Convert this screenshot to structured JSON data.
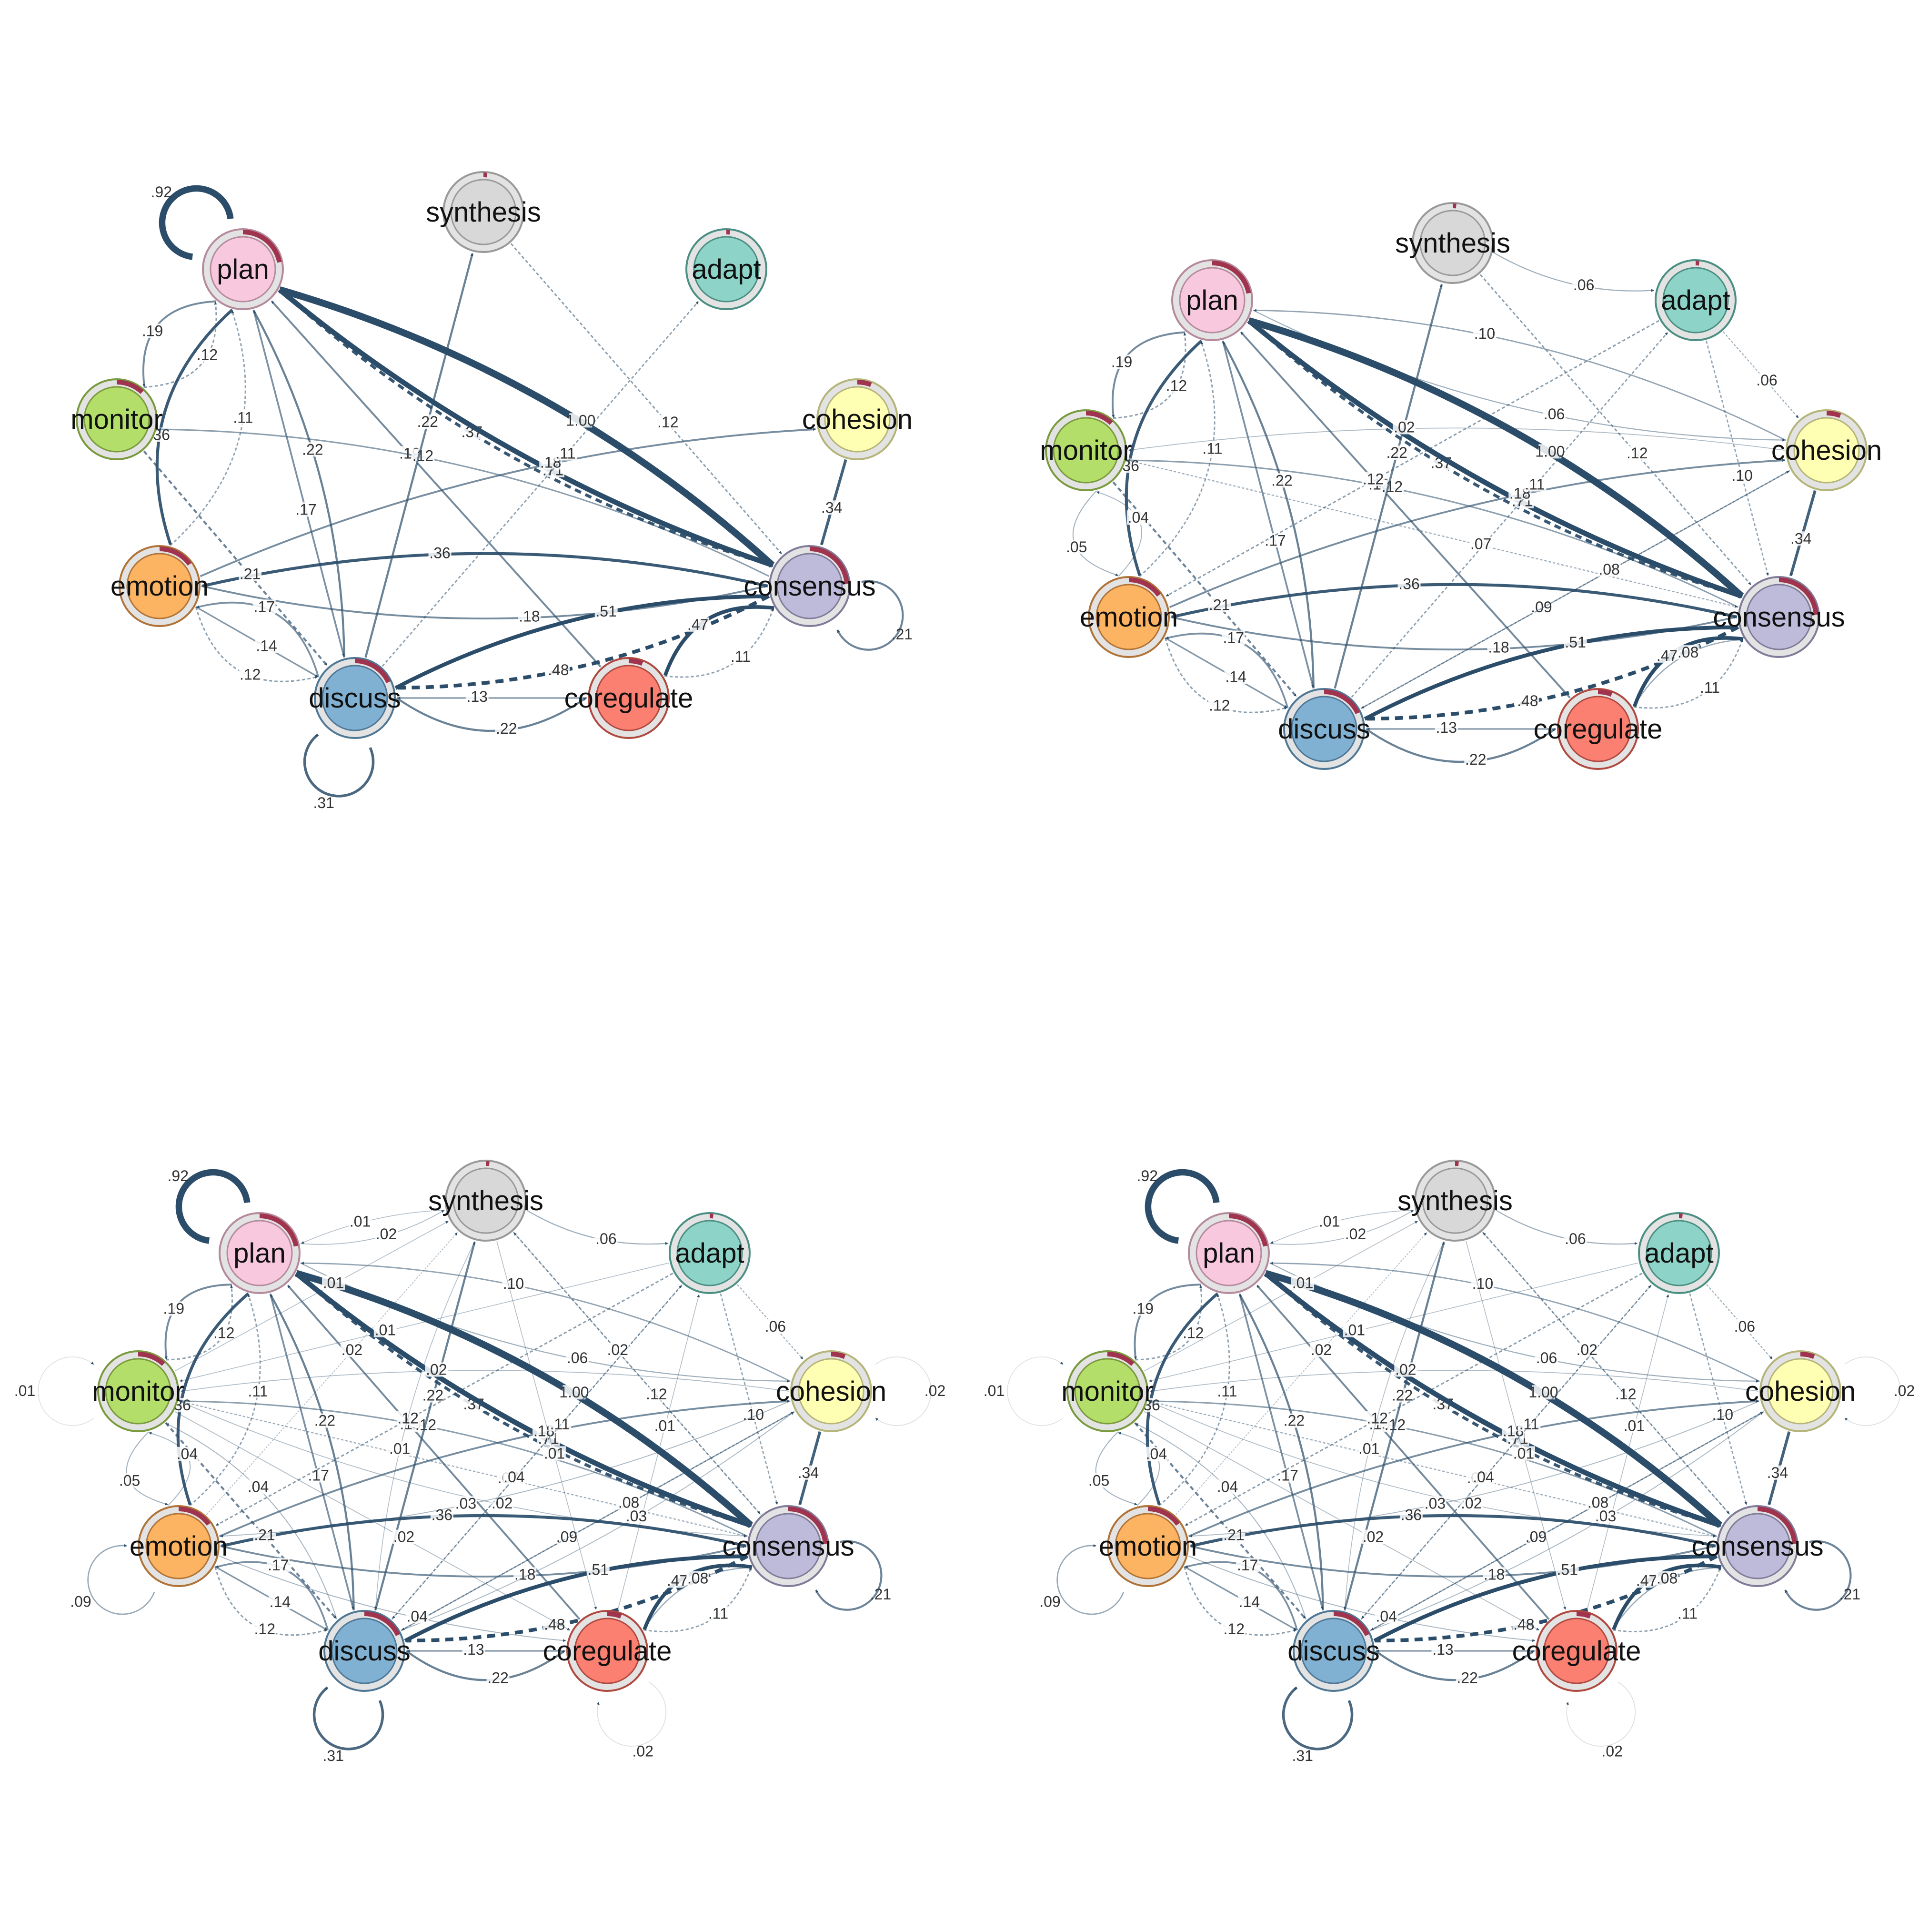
{
  "colors": {
    "edge": "#2b4d6a",
    "pie": "#a0334e",
    "ring": "#e3e3e3"
  },
  "nodes": {
    "plan": {
      "label": "plan",
      "fill": "#f8c8df",
      "border": "#b58a9c",
      "pie": 0.22
    },
    "synthesis": {
      "label": "synthesis",
      "fill": "#d8d8d8",
      "border": "#999999",
      "pie": 0.015
    },
    "adapt": {
      "label": "adapt",
      "fill": "#8dd3c7",
      "border": "#4a8f82",
      "pie": 0.015
    },
    "monitor": {
      "label": "monitor",
      "fill": "#b3de69",
      "border": "#7a9a3e",
      "pie": 0.12
    },
    "cohesion": {
      "label": "cohesion",
      "fill": "#ffffb3",
      "border": "#b5b57a",
      "pie": 0.06
    },
    "emotion": {
      "label": "emotion",
      "fill": "#fdb462",
      "border": "#b07338",
      "pie": 0.15
    },
    "consensus": {
      "label": "consensus",
      "fill": "#bebada",
      "border": "#7f7b99",
      "pie": 0.24
    },
    "discuss": {
      "label": "discuss",
      "fill": "#80b1d3",
      "border": "#4f7896",
      "pie": 0.18
    },
    "coregulate": {
      "label": "coregulate",
      "fill": "#fb8072",
      "border": "#b04a40",
      "pie": 0.06
    }
  },
  "edges_base": [
    {
      "from": "plan",
      "to": "consensus",
      "label": "1.00",
      "w": 1.0,
      "curve": -0.05
    },
    {
      "from": "consensus",
      "to": "plan",
      "label": ".37",
      "w": 0.37,
      "curve": -0.05,
      "dash": true
    },
    {
      "from": "plan",
      "to": "consensus",
      "label": ".71",
      "w": 0.71,
      "curve": 0.04
    },
    {
      "from": "discuss",
      "to": "plan",
      "label": ".22",
      "w": 0.22,
      "curve": 0.05
    },
    {
      "from": "plan",
      "to": "monitor",
      "label": ".19",
      "w": 0.19,
      "curve": 0.15
    },
    {
      "from": "monitor",
      "to": "plan",
      "label": ".12",
      "w": 0.12,
      "curve": 0.15,
      "dash": true
    },
    {
      "from": "plan",
      "to": "emotion",
      "label": ".36",
      "w": 0.36,
      "curve": 0.12
    },
    {
      "from": "emotion",
      "to": "plan",
      "label": ".11",
      "w": 0.11,
      "curve": 0.12,
      "dash": true
    },
    {
      "from": "plan",
      "to": "discuss",
      "label": ".17",
      "w": 0.17,
      "curve": 0.0
    },
    {
      "from": "coregulate",
      "to": "plan",
      "label": ".19",
      "w": 0.19,
      "curve": 0.0
    },
    {
      "from": "consensus",
      "to": "monitor",
      "label": ".12",
      "w": 0.12,
      "curve": 0.05
    },
    {
      "from": "emotion",
      "to": "cohesion",
      "label": ".18",
      "w": 0.18,
      "curve": -0.04
    },
    {
      "from": "cohesion",
      "to": "consensus",
      "label": ".34",
      "w": 0.34,
      "curve": 0.0
    },
    {
      "from": "synthesis",
      "to": "consensus",
      "label": ".12",
      "w": 0.12,
      "curve": 0.0,
      "dash": true
    },
    {
      "from": "discuss",
      "to": "adapt",
      "label": ".11",
      "w": 0.11,
      "curve": 0.0,
      "dash": true
    },
    {
      "from": "discuss",
      "to": "synthesis",
      "label": ".22",
      "w": 0.22,
      "curve": 0.0
    },
    {
      "from": "consensus",
      "to": "emotion",
      "label": ".36",
      "w": 0.36,
      "curve": 0.05
    },
    {
      "from": "emotion",
      "to": "consensus",
      "label": ".18",
      "w": 0.18,
      "curve": 0.05
    },
    {
      "from": "monitor",
      "to": "discuss",
      "label": ".21",
      "w": 0.21,
      "curve": 0.0,
      "dash": true
    },
    {
      "from": "emotion",
      "to": "discuss",
      "label": ".14",
      "w": 0.14,
      "curve": 0.0
    },
    {
      "from": "discuss",
      "to": "emotion",
      "label": ".17",
      "w": 0.17,
      "curve": 0.15
    },
    {
      "from": "emotion",
      "to": "discuss",
      "label": ".12",
      "w": 0.12,
      "curve": 0.15,
      "dash": true
    },
    {
      "from": "discuss",
      "to": "consensus",
      "label": ".51",
      "w": 0.51,
      "curve": -0.05
    },
    {
      "from": "consensus",
      "to": "discuss",
      "label": ".48",
      "w": 0.48,
      "curve": -0.05,
      "dash": true
    },
    {
      "from": "coregulate",
      "to": "discuss",
      "label": ".13",
      "w": 0.13,
      "curve": 0.0
    },
    {
      "from": "discuss",
      "to": "coregulate",
      "label": ".22",
      "w": 0.22,
      "curve": 0.12
    },
    {
      "from": "coregulate",
      "to": "consensus",
      "label": ".11",
      "w": 0.11,
      "curve": 0.12,
      "dash": true
    },
    {
      "from": "consensus",
      "to": "coregulate",
      "label": ".47",
      "w": 0.47,
      "curve": 0.12
    }
  ],
  "edges_extra_b": [
    {
      "from": "synthesis",
      "to": "adapt",
      "label": ".06",
      "w": 0.06,
      "curve": 0.05
    },
    {
      "from": "adapt",
      "to": "cohesion",
      "label": ".06",
      "w": 0.06,
      "curve": 0.0,
      "dash": true
    },
    {
      "from": "cohesion",
      "to": "plan",
      "label": ".10",
      "w": 0.1,
      "curve": 0.05
    },
    {
      "from": "plan",
      "to": "cohesion",
      "label": ".06",
      "w": 0.06,
      "curve": 0.05
    },
    {
      "from": "monitor",
      "to": "emotion",
      "label": ".05",
      "w": 0.05,
      "curve": 0.2
    },
    {
      "from": "emotion",
      "to": "monitor",
      "label": ".04",
      "w": 0.04,
      "curve": 0.2
    },
    {
      "from": "cohesion",
      "to": "monitor",
      "label": ".02",
      "w": 0.02,
      "curve": 0.03
    },
    {
      "from": "monitor",
      "to": "consensus",
      "label": ".07",
      "w": 0.07,
      "curve": 0.0,
      "dash": true
    },
    {
      "from": "cohesion",
      "to": "discuss",
      "label": ".09",
      "w": 0.09,
      "curve": 0.0
    },
    {
      "from": "adapt",
      "to": "consensus",
      "label": ".10",
      "w": 0.1,
      "curve": 0.0,
      "dash": true
    },
    {
      "from": "discuss",
      "to": "cohesion",
      "label": ".08",
      "w": 0.08,
      "curve": 0.0,
      "dash": true
    },
    {
      "from": "coregulate",
      "to": "consensus",
      "label": ".08",
      "w": 0.08,
      "curve": -0.08
    },
    {
      "from": "adapt",
      "to": "emotion",
      "label": ".12",
      "w": 0.12,
      "curve": 0.0,
      "dash": true
    }
  ],
  "edges_extra_c": [
    {
      "from": "plan",
      "to": "synthesis",
      "label": ".02",
      "w": 0.02,
      "curve": 0.05
    },
    {
      "from": "synthesis",
      "to": "plan",
      "label": ".01",
      "w": 0.01,
      "curve": 0.03
    },
    {
      "from": "consensus",
      "to": "synthesis",
      "label": ".02",
      "w": 0.02,
      "curve": 0.0,
      "dash": true
    },
    {
      "from": "emotion",
      "to": "synthesis",
      "label": ".02",
      "w": 0.02,
      "curve": 0.0,
      "dash": true
    },
    {
      "from": "monitor",
      "to": "consensus",
      "label": ".02",
      "w": 0.02,
      "curve": 0.04
    },
    {
      "from": "coregulate",
      "to": "adapt",
      "label": ".01",
      "w": 0.01,
      "curve": 0.0
    },
    {
      "from": "discuss",
      "to": "cohesion",
      "label": ".03",
      "w": 0.03,
      "curve": 0.03
    },
    {
      "from": "emotion",
      "to": "coregulate",
      "label": ".04",
      "w": 0.04,
      "curve": 0.03
    },
    {
      "from": "monitor",
      "to": "coregulate",
      "label": ".02",
      "w": 0.02,
      "curve": 0.0
    },
    {
      "from": "adapt",
      "to": "discuss",
      "label": ".04",
      "w": 0.04,
      "curve": 0.0,
      "dash": true
    },
    {
      "from": "cohesion",
      "to": "emotion",
      "label": ".03",
      "w": 0.03,
      "curve": -0.04
    },
    {
      "from": "synthesis",
      "to": "discuss",
      "label": ".01",
      "w": 0.01,
      "curve": 0.04
    },
    {
      "from": "monitor",
      "to": "synthesis",
      "label": ".01",
      "w": 0.01,
      "curve": 0.0
    },
    {
      "from": "synthesis",
      "to": "coregulate",
      "label": ".01",
      "w": 0.01,
      "curve": 0.0
    },
    {
      "from": "discuss",
      "to": "monitor",
      "label": ".04",
      "w": 0.04,
      "curve": 0.08
    },
    {
      "from": "adapt",
      "to": "monitor",
      "label": ".01",
      "w": 0.01,
      "curve": 0.0
    }
  ],
  "loops": {
    "plan": {
      "label": ".92",
      "w": 0.92
    },
    "discuss": {
      "label": ".31",
      "w": 0.31
    },
    "consensus": {
      "label": ".21",
      "w": 0.21
    },
    "monitor": {
      "label": ".01",
      "w": 0.01
    },
    "cohesion": {
      "label": ".02",
      "w": 0.02
    },
    "emotion": {
      "label": ".09",
      "w": 0.09
    },
    "coregulate": {
      "label": ".02",
      "w": 0.02
    }
  },
  "panels": [
    {
      "id": "top-left",
      "extra": [],
      "loops": [
        "plan",
        "discuss",
        "consensus"
      ]
    },
    {
      "id": "top-right",
      "extra": [
        "b"
      ],
      "loops": []
    },
    {
      "id": "bottom-left",
      "extra": [
        "b",
        "c"
      ],
      "loops": [
        "plan",
        "discuss",
        "consensus",
        "monitor",
        "cohesion",
        "emotion",
        "coregulate"
      ]
    },
    {
      "id": "bottom-right",
      "extra": [
        "b",
        "c"
      ],
      "loops": [
        "plan",
        "discuss",
        "consensus",
        "monitor",
        "cohesion",
        "emotion",
        "coregulate"
      ]
    }
  ]
}
